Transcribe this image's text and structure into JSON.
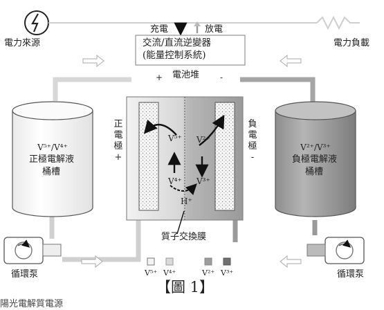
{
  "power_source_label": "電力來源",
  "power_load_label": "電力負載",
  "charge_label": "充電",
  "discharge_label": "放電",
  "inverter": {
    "line1": "交流/直流逆變器",
    "line2": "(能量控制系統)"
  },
  "stack_label": "電池堆",
  "plus_sign": "+",
  "minus_sign": "-",
  "positive_electrode": {
    "chars": [
      "正",
      "電",
      "極",
      "+"
    ]
  },
  "negative_electrode": {
    "chars": [
      "負",
      "電",
      "極",
      "-"
    ]
  },
  "positive_tank": {
    "ions": "V⁵⁺/V⁴⁺",
    "line1": "正極電解液",
    "line2": "桶槽"
  },
  "negative_tank": {
    "ions": "V²⁺/V³⁺",
    "line1": "負極電解液",
    "line2": "桶槽"
  },
  "ions": {
    "v5": "V⁵⁺",
    "v4": "V⁴⁺",
    "v2": "V²⁺",
    "v3": "V³⁺",
    "h": "H⁺"
  },
  "membrane_label": "質子交換膜",
  "pump_left_label": "循環泵",
  "pump_right_label": "循環泵",
  "legend": [
    {
      "label": "V⁵⁺",
      "color": "#f4f4f4"
    },
    {
      "label": "V⁴⁺",
      "color": "#d9d9d9"
    },
    {
      "label": "V²⁺",
      "color": "#9c9c9c"
    },
    {
      "label": "V³⁺",
      "color": "#6f6f6f"
    }
  ],
  "caption": "【圖 1】",
  "bottom_text": "陽光電解質電源"
}
